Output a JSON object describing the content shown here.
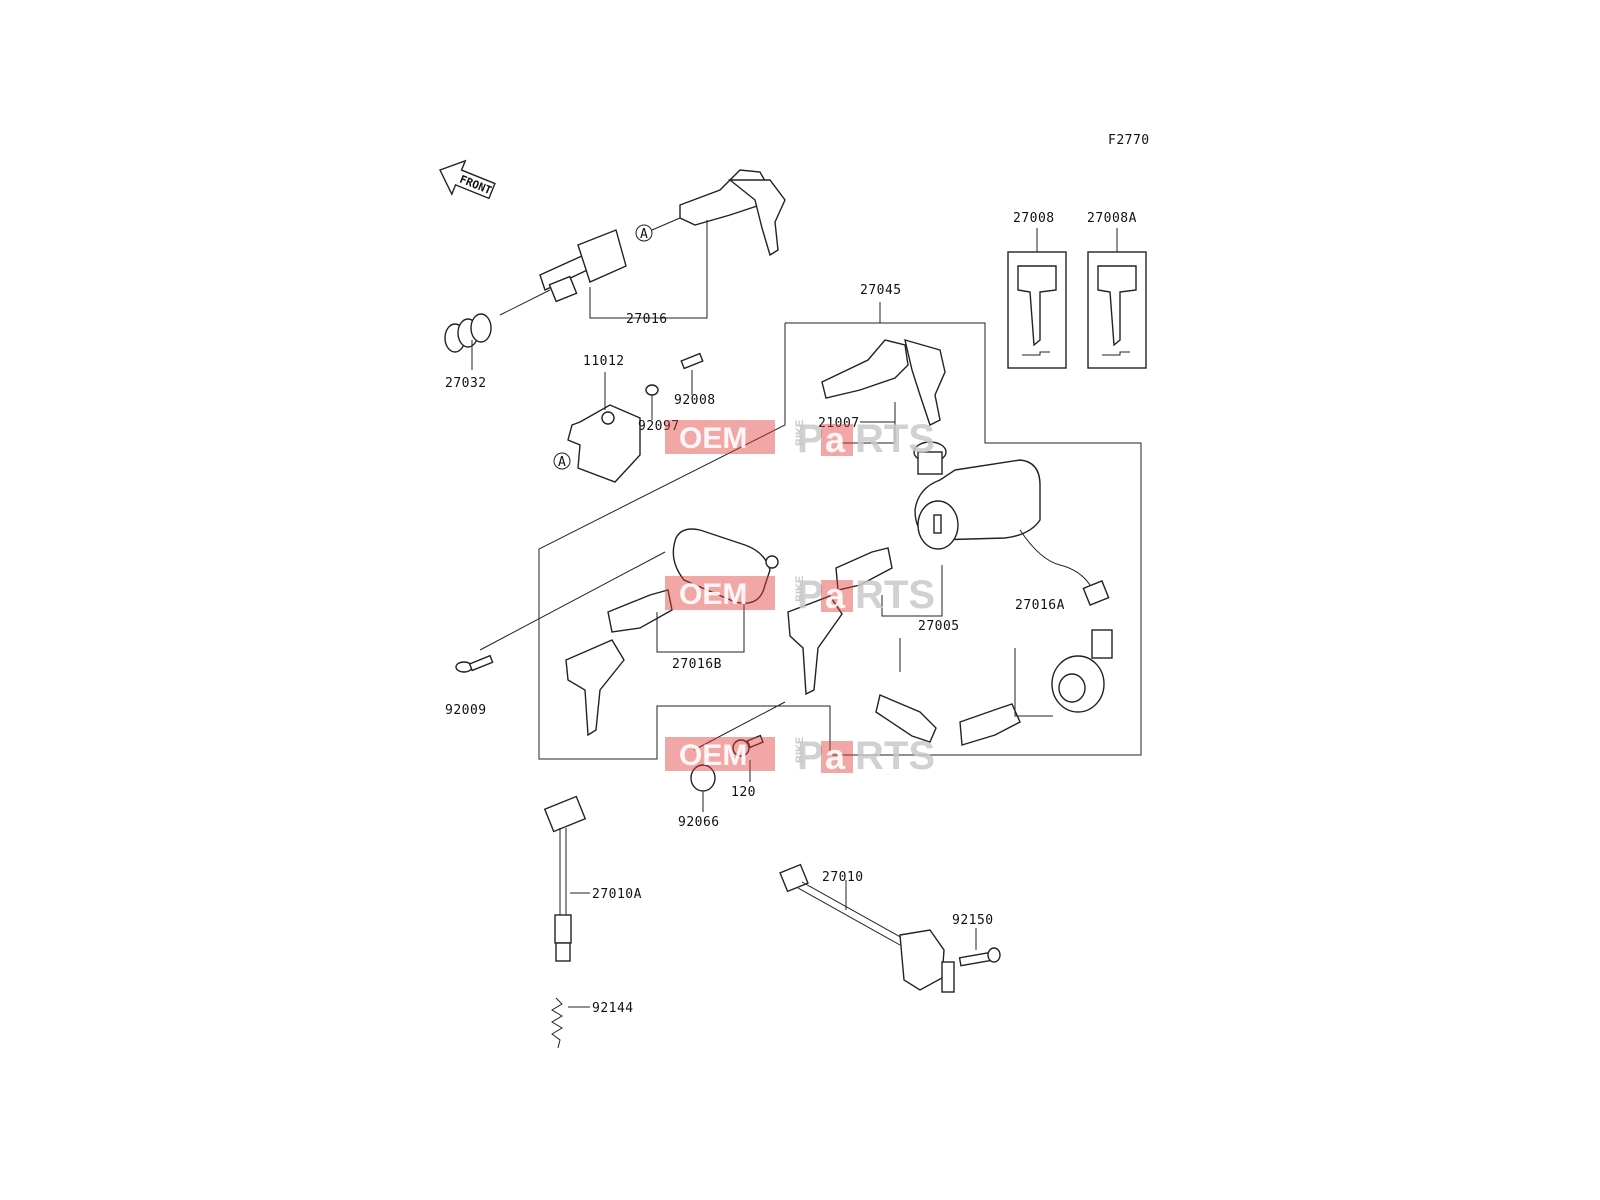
{
  "figure_code": "F2770",
  "front_label": "FRONT",
  "ref_a": "A",
  "part_numbers": [
    "27016",
    "27032",
    "11012",
    "92008",
    "92097",
    "27045",
    "21007",
    "27008",
    "27008A",
    "27005",
    "27016A",
    "27016B",
    "92009",
    "120",
    "92066",
    "27010A",
    "27010",
    "92150",
    "92144"
  ],
  "watermark": {
    "oem": "OEM",
    "bike": "BIKE",
    "parts_p": "P",
    "parts_a": "a",
    "parts_rts": "RTS"
  },
  "colors": {
    "watermark_red": "#e23b3b",
    "watermark_grey": "#c9c9c9",
    "line": "#222222"
  }
}
